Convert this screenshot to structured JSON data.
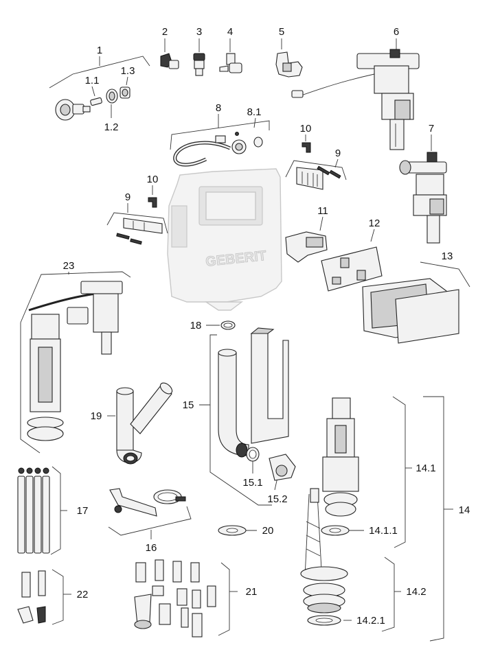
{
  "diagram": {
    "brand": "GEBERIT",
    "labels": {
      "l1": "1",
      "l1_1": "1.1",
      "l1_2": "1.2",
      "l1_3": "1.3",
      "l2": "2",
      "l3": "3",
      "l4": "4",
      "l5": "5",
      "l6": "6",
      "l7": "7",
      "l8": "8",
      "l8_1": "8.1",
      "l9a": "9",
      "l9b": "9",
      "l10a": "10",
      "l10b": "10",
      "l11": "11",
      "l12": "12",
      "l13": "13",
      "l14": "14",
      "l14_1": "14.1",
      "l14_1_1": "14.1.1",
      "l14_2": "14.2",
      "l14_2_1": "14.2.1",
      "l15": "15",
      "l15_1": "15.1",
      "l15_2": "15.2",
      "l16": "16",
      "l17": "17",
      "l18": "18",
      "l19": "19",
      "l20": "20",
      "l21": "21",
      "l22": "22",
      "l23": "23"
    }
  }
}
